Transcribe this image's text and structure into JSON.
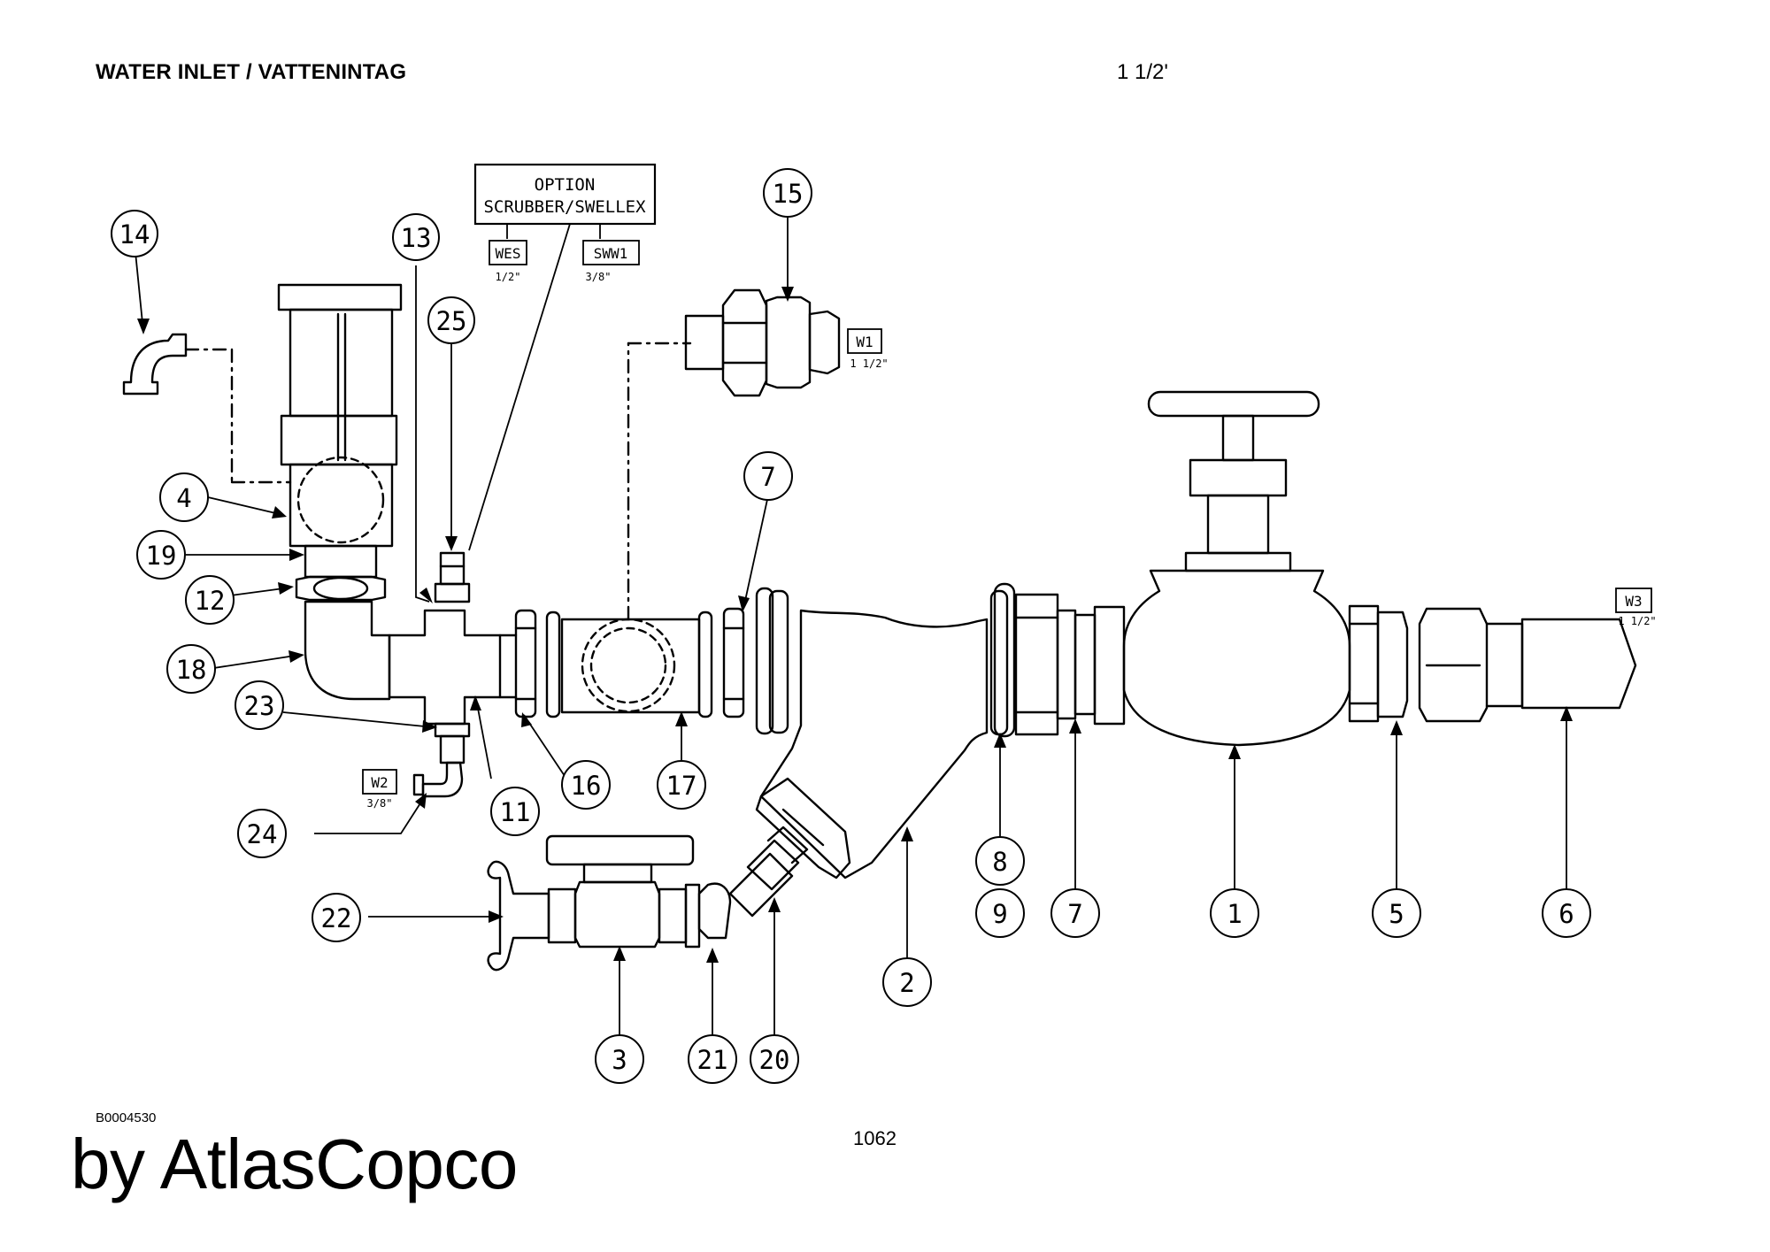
{
  "header": {
    "title": "WATER INLET / VATTENINTAG",
    "size": "1 1/2'"
  },
  "footer": {
    "doc_number": "B0004530",
    "page_number": "1062",
    "brand": "by AtlasCopco"
  },
  "option_box": {
    "line1": "OPTION",
    "line2": "SCRUBBER/SWELLEX"
  },
  "ports": [
    {
      "code": "WES",
      "size": "1/2\""
    },
    {
      "code": "SWW1",
      "size": "3/8\""
    },
    {
      "code": "W1",
      "size": "1 1/2\""
    },
    {
      "code": "W3",
      "size": "1 1/2\""
    },
    {
      "code": "W2",
      "size": "3/8\""
    }
  ],
  "balloons": [
    "14",
    "13",
    "25",
    "15",
    "7",
    "4",
    "19",
    "12",
    "18",
    "23",
    "11",
    "16",
    "17",
    "24",
    "22",
    "3",
    "21",
    "20",
    "2",
    "8",
    "9",
    "7",
    "1",
    "5",
    "6"
  ],
  "colors": {
    "ink": "#000000",
    "paper": "#ffffff"
  }
}
